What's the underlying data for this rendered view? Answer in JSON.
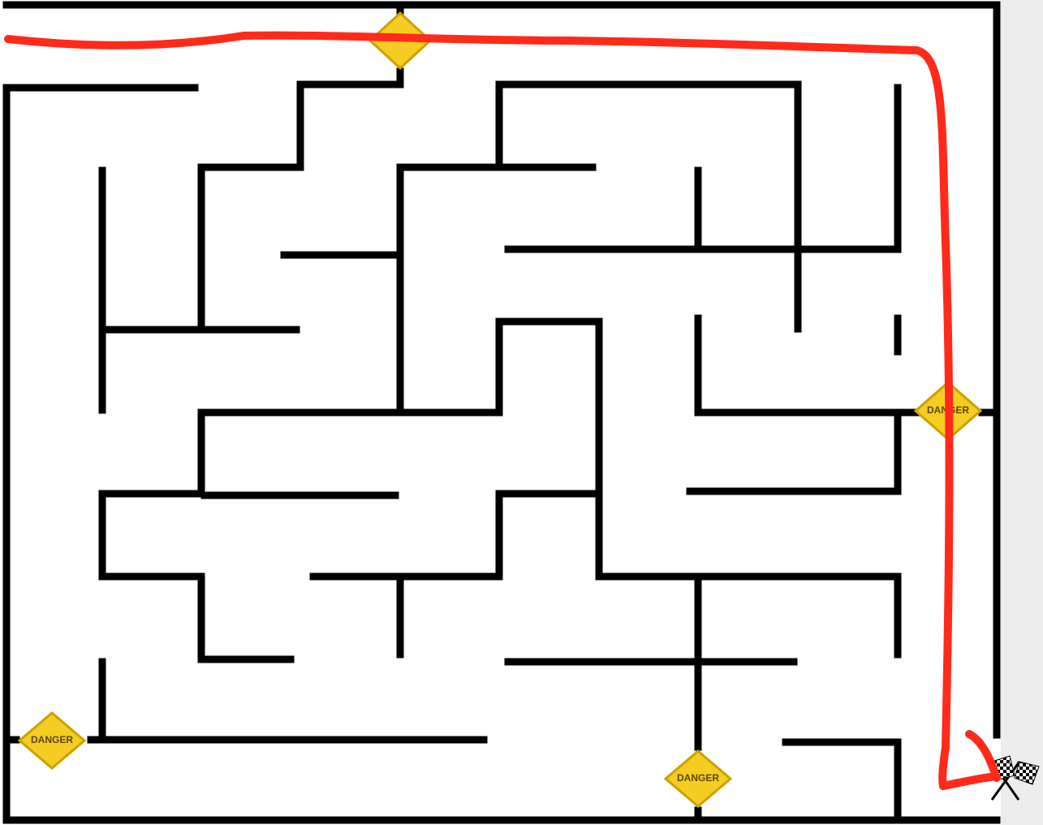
{
  "maze": {
    "colors": {
      "wall": "#000000",
      "background": "#ffffff",
      "margin": "#ececec",
      "sign_fill": "#f5cc22",
      "sign_stroke": "#c9a300",
      "path": "#ff2a1a"
    },
    "danger_signs": [
      {
        "name": "danger-sign-top",
        "label": ""
      },
      {
        "name": "danger-sign-right",
        "label": "DANGER"
      },
      {
        "name": "danger-sign-bottom-left",
        "label": "DANGER"
      },
      {
        "name": "danger-sign-bottom-middle",
        "label": "DANGER"
      }
    ],
    "finish_icon": "checkered-flags-icon",
    "solution_path": "red-hand-drawn-path"
  }
}
